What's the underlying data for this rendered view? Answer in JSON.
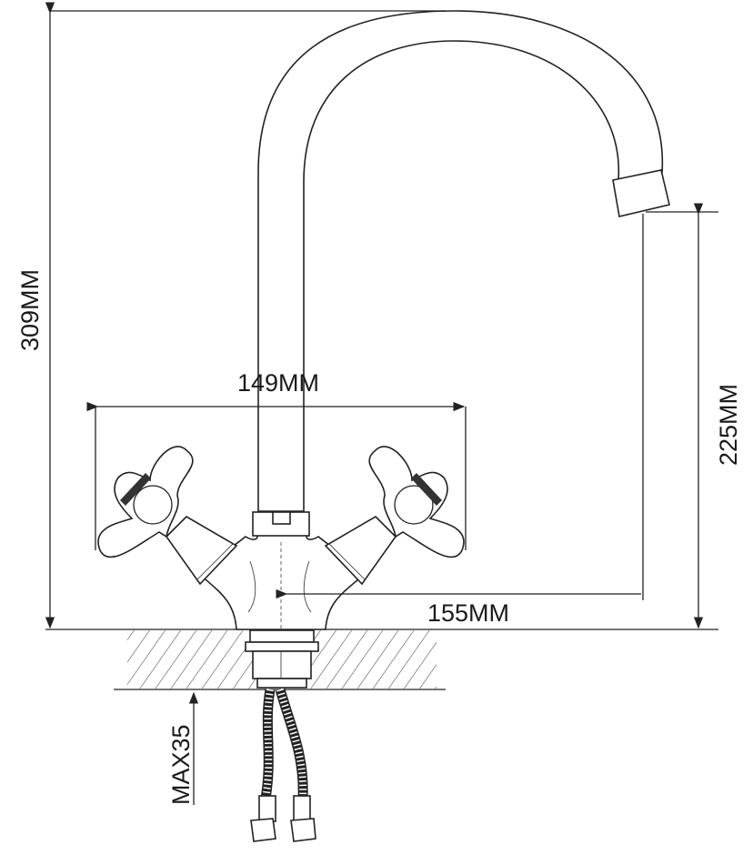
{
  "dimensions": {
    "total_height": "309MM",
    "handle_span": "149MM",
    "spout_height": "225MM",
    "spout_reach": "155MM",
    "max_counter_thickness": "MAX35"
  },
  "colors": {
    "line": "#222222",
    "background": "#ffffff"
  }
}
